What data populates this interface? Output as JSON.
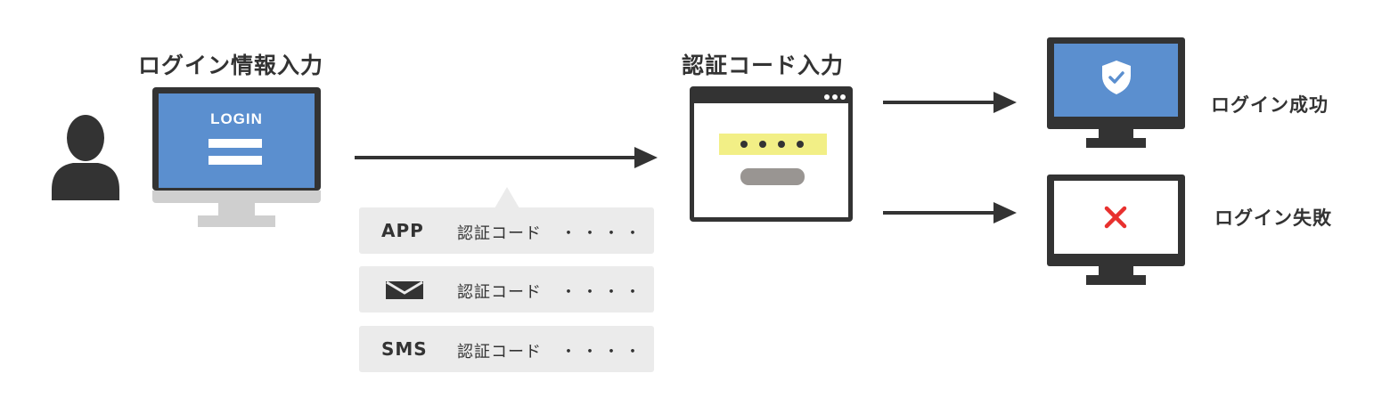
{
  "titles": {
    "login_input": "ログイン情報入力",
    "code_input": "認証コード入力"
  },
  "login_screen": {
    "heading": "LOGIN"
  },
  "methods": [
    {
      "type": "APP",
      "icon": "",
      "label": "認証コード",
      "dots": "・・・・"
    },
    {
      "type": "",
      "icon": "mail-icon",
      "label": "認証コード",
      "dots": "・・・・"
    },
    {
      "type": "SMS",
      "icon": "",
      "label": "認証コード",
      "dots": "・・・・"
    }
  ],
  "results": {
    "success": "ログイン成功",
    "failure": "ログイン失敗"
  },
  "colors": {
    "dark": "#333333",
    "screen_blue": "#5b8fcf",
    "password_yellow": "#f2ef86",
    "fail_red": "#e8302e",
    "method_bg": "#ebebeb"
  }
}
